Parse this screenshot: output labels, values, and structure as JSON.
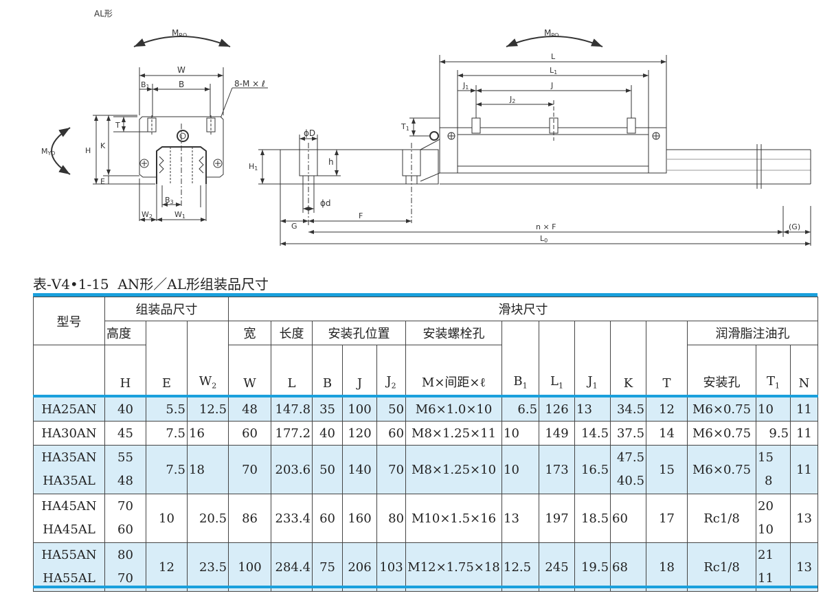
{
  "drawing": {
    "type_label": "AL形",
    "labels": {
      "mro": "M",
      "mro_sub": "RO",
      "mpo": "M",
      "mpo_sub": "PO",
      "myo": "M",
      "myo_sub": "YO",
      "W": "W",
      "B1": "B",
      "B1_sub": "1",
      "B": "B",
      "screw": "8-M × ℓ",
      "T": "T",
      "H": "H",
      "K": "K",
      "E": "E",
      "B3": "B",
      "B3_sub": "3",
      "W2": "W",
      "W2_sub": "2",
      "W1": "W",
      "W1_sub": "1",
      "phiD": "ϕD",
      "h": "h",
      "H1": "H",
      "H1_sub": "1",
      "phid": "ϕd",
      "G": "G",
      "F": "F",
      "nF": "n × F",
      "Gp": "(G)",
      "L0": "L",
      "L0_sub": "0",
      "L": "L",
      "L1": "L",
      "L1_sub": "1",
      "J1": "J",
      "J1_sub": "1",
      "J": "J",
      "J2": "J",
      "J2_sub": "2",
      "T1": "T",
      "T1_sub": "1"
    }
  },
  "table": {
    "caption": "表-V4•1-15  AN形／AL形组装品尺寸",
    "header": {
      "model": "型号",
      "assembly": "组装品尺寸",
      "block": "滑块尺寸",
      "height": "高度",
      "width": "宽",
      "length": "长度",
      "mount_pos": "安装孔位置",
      "mount_bolt": "安装螺栓孔",
      "grease": "润滑脂注油孔",
      "cols": {
        "H": "H",
        "E": "E",
        "W2": "W",
        "W2_sub": "2",
        "W": "W",
        "L": "L",
        "B": "B",
        "J": "J",
        "J2": "J",
        "J2_sub": "2",
        "MxPxL": "M×间距×ℓ",
        "B1": "B",
        "B1_sub": "1",
        "L1": "L",
        "L1_sub": "1",
        "J1": "J",
        "J1_sub": "1",
        "K": "K",
        "T": "T",
        "hole": "安装孔",
        "T1": "T",
        "T1_sub": "1",
        "N": "N"
      }
    },
    "rows": [
      {
        "m1": "HA25AN",
        "H1": "40",
        "E": "5.5",
        "W2": "12.5",
        "W": "48",
        "L": "147.8",
        "B": "35",
        "J": "100",
        "J2": "50",
        "bolt": "M6×1.0×10",
        "B1": "6.5",
        "L1": "126",
        "J1": "13",
        "K1": "34.5",
        "T": "12",
        "hole": "M6×0.75",
        "T11": "10",
        "N": "11"
      },
      {
        "m1": "HA30AN",
        "H1": "45",
        "E": "7.5",
        "W2": "16",
        "W": "60",
        "L": "177.2",
        "B": "40",
        "J": "120",
        "J2": "60",
        "bolt": "M8×1.25×11",
        "B1": "10",
        "L1": "149",
        "J1": "14.5",
        "K1": "37.5",
        "T": "14",
        "hole": "M6×0.75",
        "T11": "9.5",
        "N": "11"
      },
      {
        "m1": "HA35AN",
        "m2": "HA35AL",
        "H1": "55",
        "H2": "48",
        "E": "7.5",
        "W2": "18",
        "W": "70",
        "L": "203.6",
        "B": "50",
        "J": "140",
        "J2": "70",
        "bolt": "M8×1.25×10",
        "B1": "10",
        "L1": "173",
        "J1": "16.5",
        "K1": "47.5",
        "K2": "40.5",
        "T": "15",
        "hole": "M6×0.75",
        "T11": "15",
        "T12": "8",
        "N": "11"
      },
      {
        "m1": "HA45AN",
        "m2": "HA45AL",
        "H1": "70",
        "H2": "60",
        "E": "10",
        "W2": "20.5",
        "W": "86",
        "L": "233.4",
        "B": "60",
        "J": "160",
        "J2": "80",
        "bolt": "M10×1.5×16",
        "B1": "13",
        "L1": "197",
        "J1": "18.5",
        "K1": "60",
        "T": "17",
        "hole": "Rc1/8",
        "T11": "20",
        "T12": "10",
        "N": "13"
      },
      {
        "m1": "HA55AN",
        "m2": "HA55AL",
        "H1": "80",
        "H2": "70",
        "E": "12",
        "W2": "23.5",
        "W": "100",
        "L": "284.4",
        "B": "75",
        "J": "206",
        "J2": "103",
        "bolt": "M12×1.75×18",
        "B1": "12.5",
        "L1": "245",
        "J1": "19.5",
        "K1": "68",
        "T": "18",
        "hole": "Rc1/8",
        "T11": "21",
        "T12": "11",
        "N": "13"
      }
    ]
  }
}
